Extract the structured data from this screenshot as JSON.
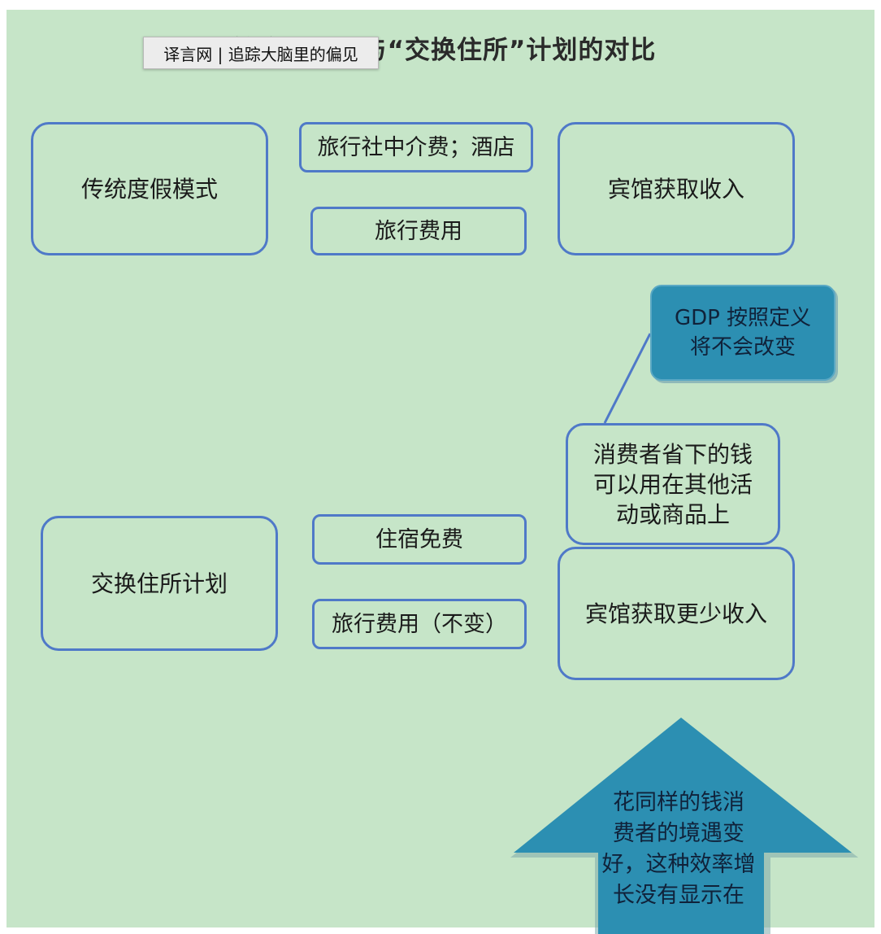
{
  "header": {
    "title": "传统度假模式与“交换住所”计划的对比",
    "tooltip": "译言网 | 追踪大脑里的偏见"
  },
  "traditional": {
    "model": "传统度假模式",
    "cost_agency_hotel": "旅行社中介费；酒店",
    "cost_travel": "旅行费用",
    "result": "宾馆获取收入"
  },
  "exchange": {
    "model": "交换住所计划",
    "cost_lodging": "住宿免费",
    "cost_travel": "旅行费用（不变）",
    "result": "宾馆获取更少收入",
    "savings": [
      "消费者省下的钱",
      "可以用在其他活",
      "动或商品上"
    ]
  },
  "callout": [
    "GDP 按照定义",
    "将不会改变"
  ],
  "arrow": [
    "花同样的钱消",
    "费者的境遇变",
    "好，这种效率增",
    "长没有显示在"
  ],
  "colors": {
    "background": "#c6e5c8",
    "box_border": "#4f79c8",
    "callout_fill": "#2c8fb2",
    "arrow_fill": "#2c8fb2"
  }
}
